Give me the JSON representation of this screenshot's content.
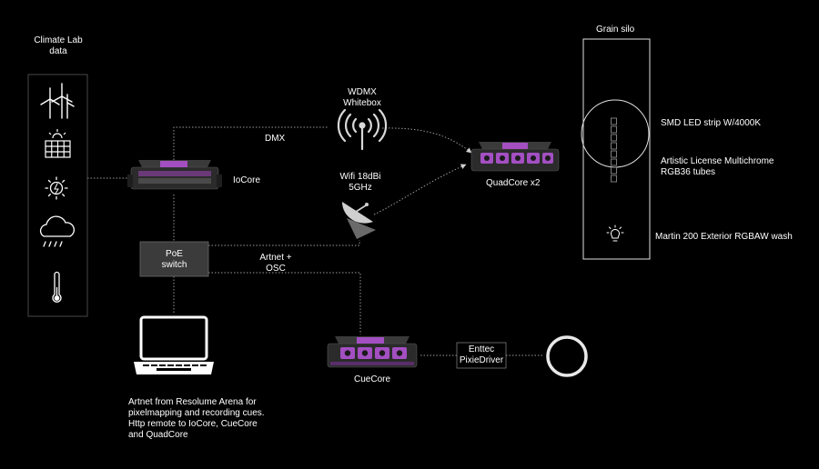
{
  "climate_panel": {
    "title_line1": "Climate Lab",
    "title_line2": "data",
    "icons": [
      "wind-turbine-icon",
      "solar-panel-icon",
      "sun-icon",
      "rain-cloud-icon",
      "thermometer-icon"
    ]
  },
  "iocore": {
    "label": "IoCore"
  },
  "dmx": {
    "label": "DMX"
  },
  "wdmx": {
    "label_line1": "WDMX",
    "label_line2": "Whitebox"
  },
  "wifi": {
    "label_line1": "Wifi 18dBi",
    "label_line2": "5GHz"
  },
  "quadcore": {
    "label": "QuadCore  x2"
  },
  "poe": {
    "label_line1": "PoE",
    "label_line2": "switch"
  },
  "artnet": {
    "label_line1": "Artnet +",
    "label_line2": "OSC"
  },
  "laptop": {
    "caption_lines": [
      "Artnet from Resolume Arena for",
      "pixelmapping and recording cues.",
      "Http remote to IoCore, CueCore",
      "and QuadCore"
    ]
  },
  "cuecore": {
    "label": "CueCore"
  },
  "enttec": {
    "label_line1": "Enttec",
    "label_line2": "PixieDriver"
  },
  "silo": {
    "title": "Grain silo",
    "led_strip_label": "SMD LED strip W/4000K",
    "tubes_label_line1": "Artistic License Multichrome",
    "tubes_label_line2": "RGB36 tubes",
    "wash_label": "Martin 200 Exterior RGBAW wash"
  },
  "colors": {
    "background": "#000000",
    "line": "#9a9a9a",
    "device_body": "#2b2b2b",
    "device_accent": "#a34fc2",
    "poe_fill": "#3b3b3b"
  }
}
